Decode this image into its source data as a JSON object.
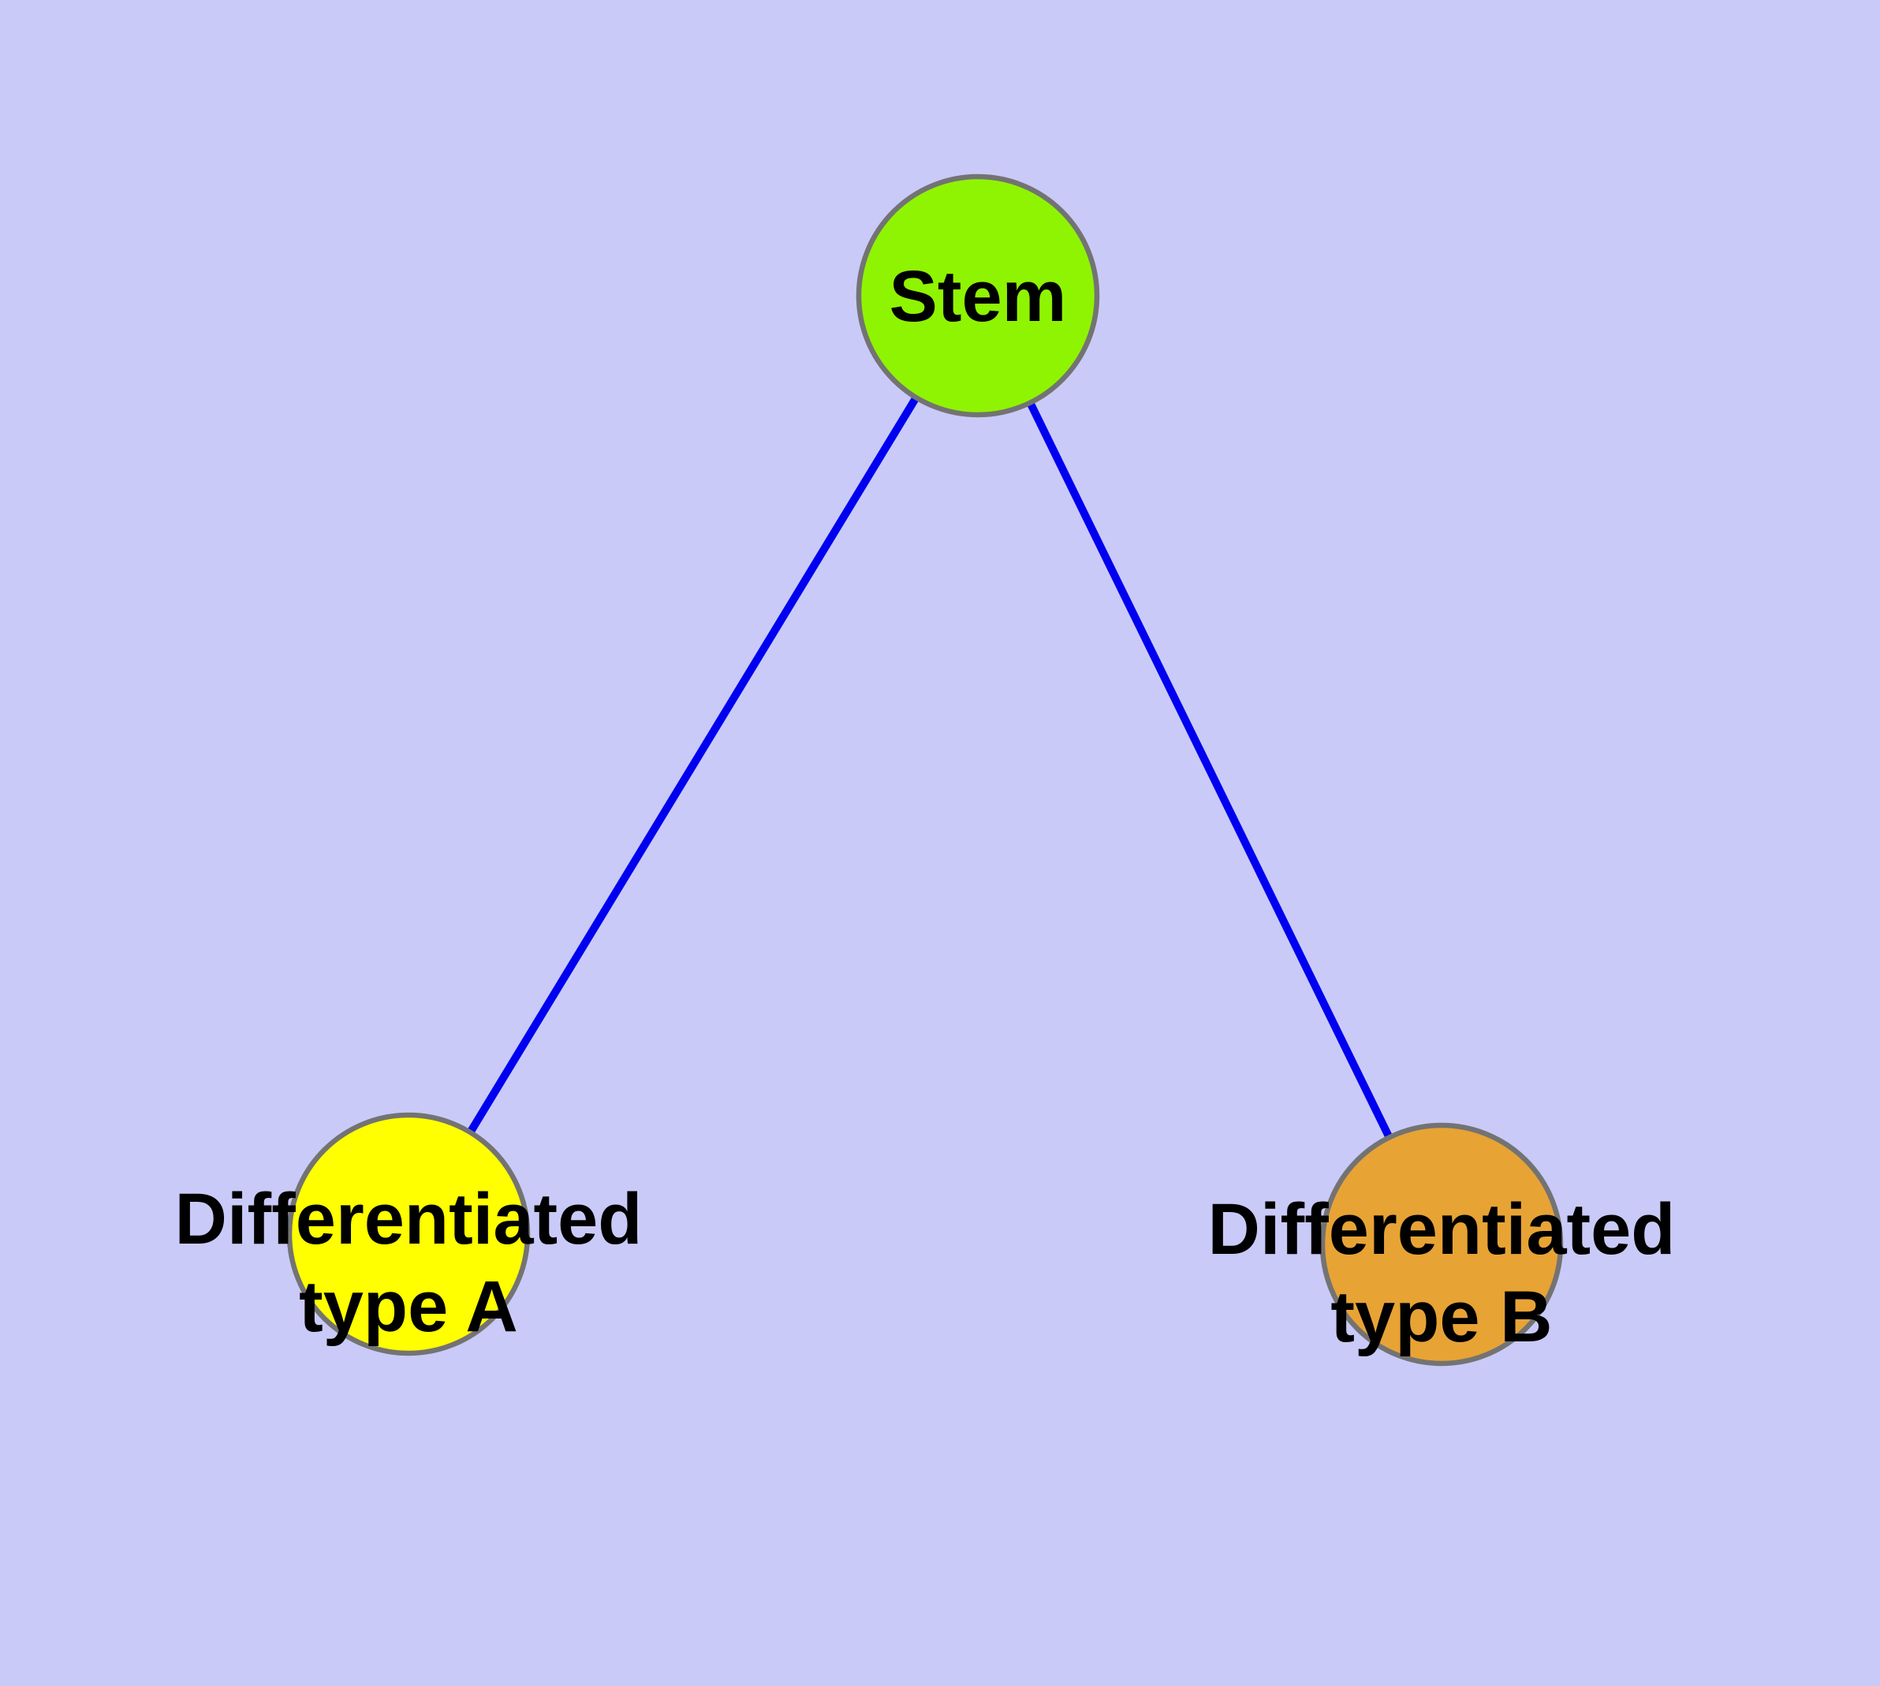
{
  "diagram": {
    "type": "graph",
    "colors": {
      "background": "#CACAF8",
      "edge": "#0000F0",
      "node_border": "#737373",
      "label": "#000000"
    },
    "nodes": [
      {
        "id": "stem",
        "label": "Stem",
        "label_lines": [
          "Stem"
        ],
        "color": "#8FF401"
      },
      {
        "id": "differentiated-type-a",
        "label": "Differentiated type A",
        "label_lines": [
          "Differentiated",
          "type A"
        ],
        "color": "#FFFF00"
      },
      {
        "id": "differentiated-type-b",
        "label": "Differentiated type B",
        "label_lines": [
          "Differentiated",
          "type B"
        ],
        "color": "#E8A335"
      }
    ],
    "edges": [
      {
        "source": "stem",
        "target": "differentiated-type-a"
      },
      {
        "source": "stem",
        "target": "differentiated-type-b"
      }
    ]
  }
}
